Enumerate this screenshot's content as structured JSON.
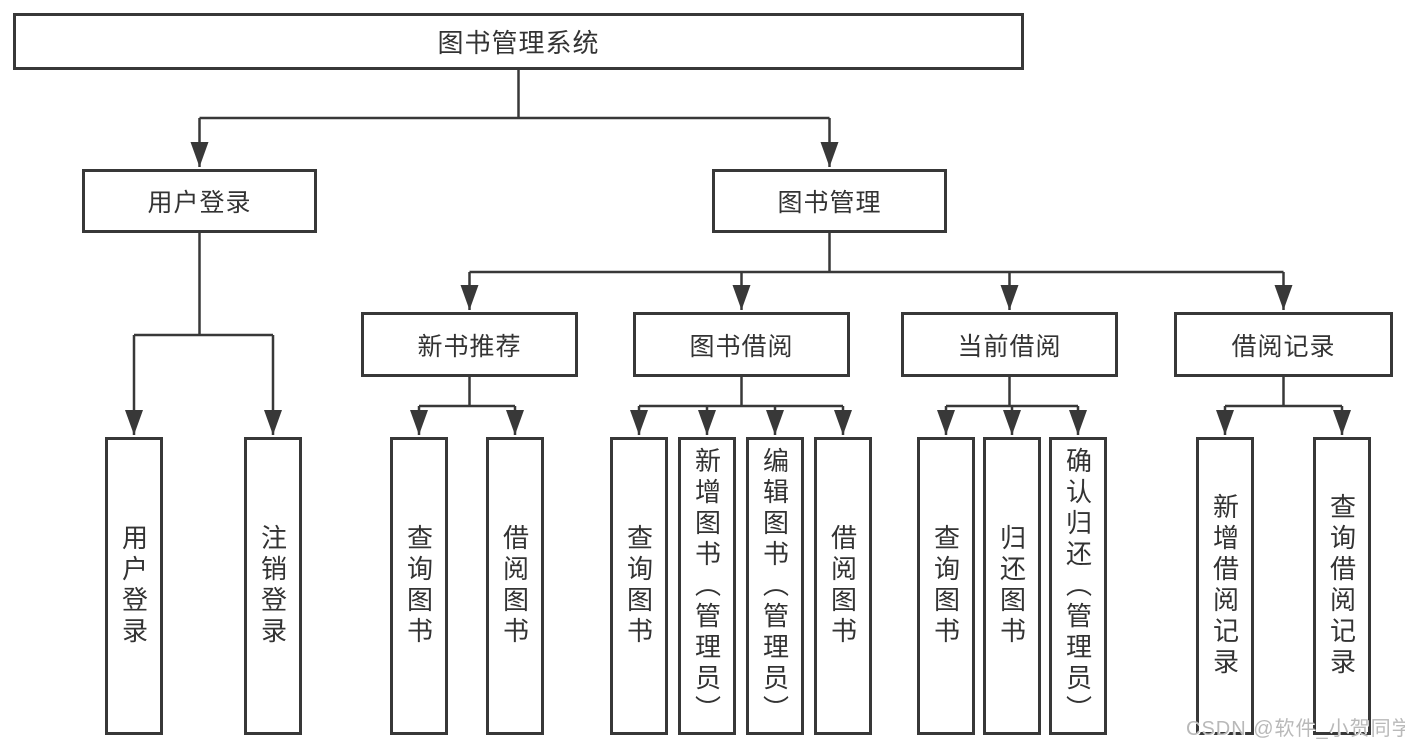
{
  "diagram": {
    "title": "图书管理系统",
    "root": {
      "label": "图书管理系统"
    },
    "level2": {
      "user_login": {
        "label": "用户登录"
      },
      "book_mgmt": {
        "label": "图书管理"
      }
    },
    "level3": {
      "new_book_rec": {
        "label": "新书推荐"
      },
      "book_borrow": {
        "label": "图书借阅"
      },
      "current_borrow": {
        "label": "当前借阅"
      },
      "borrow_records": {
        "label": "借阅记录"
      }
    },
    "leaves": {
      "user_login_leaf": {
        "label": "用户登录",
        "parent": "用户登录"
      },
      "logout_leaf": {
        "label": "注销登录",
        "parent": "用户登录"
      },
      "nbr_query": {
        "label": "查询图书",
        "parent": "新书推荐"
      },
      "nbr_borrow": {
        "label": "借阅图书",
        "parent": "新书推荐"
      },
      "bb_query": {
        "label": "查询图书",
        "parent": "图书借阅"
      },
      "bb_add": {
        "label": "新增图书（管理员）",
        "parent": "图书借阅"
      },
      "bb_edit": {
        "label": "编辑图书（管理员）",
        "parent": "图书借阅"
      },
      "bb_borrow": {
        "label": "借阅图书",
        "parent": "图书借阅"
      },
      "cb_query": {
        "label": "查询图书",
        "parent": "当前借阅"
      },
      "cb_return": {
        "label": "归还图书",
        "parent": "当前借阅"
      },
      "cb_confirm": {
        "label": "确认归还（管理员）",
        "parent": "当前借阅"
      },
      "br_add": {
        "label": "新增借阅记录",
        "parent": "借阅记录"
      },
      "br_query": {
        "label": "查询借阅记录",
        "parent": "借阅记录"
      }
    },
    "colors": {
      "line": "#383838",
      "box_border": "#383838",
      "box_fill": "#ffffff",
      "text": "#333333",
      "watermark": "#b9b9b9"
    }
  },
  "watermark": {
    "text": "CSDN @软件_小贺同学"
  }
}
